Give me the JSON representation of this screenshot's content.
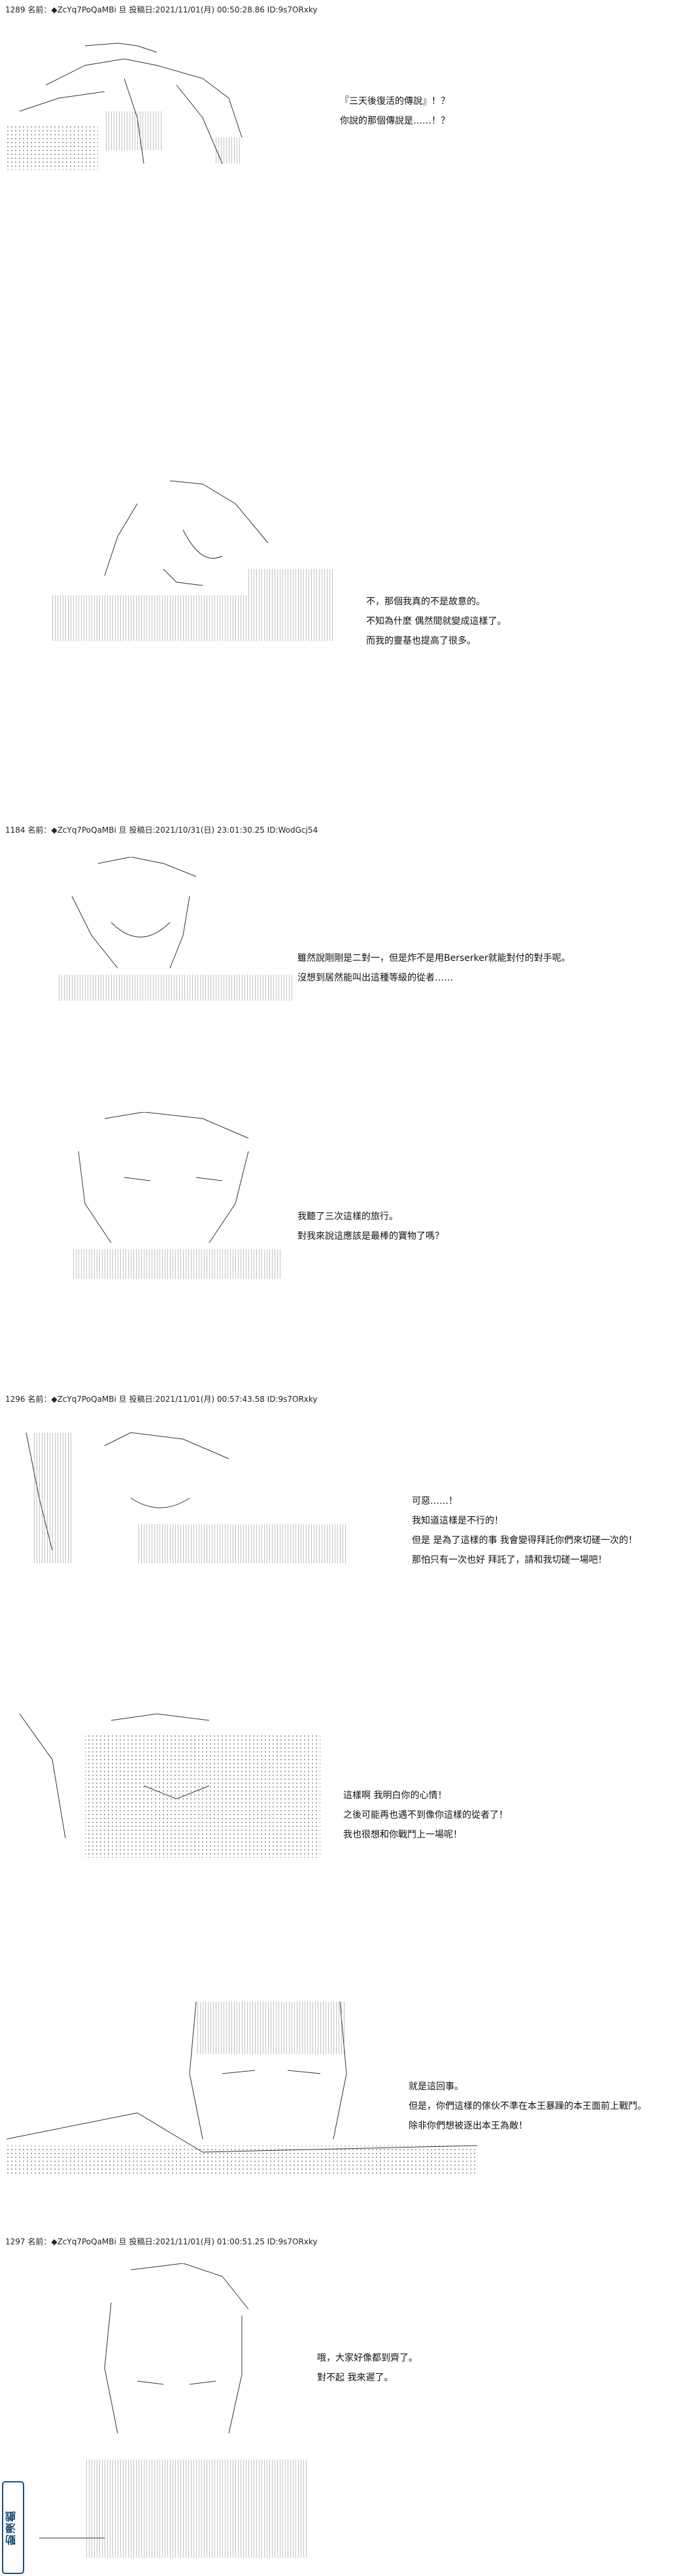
{
  "posts": [
    {
      "header": "1289 名前：◆ZcYq7PoQaMBi 旦 投稿日:2021/11/01(月) 00:50:28.86 ID:9s7ORxky",
      "panels": [
        {
          "lines": [
            "『三天後復活的傳說』！？",
            "你說的那個傳說是……！？"
          ]
        },
        {
          "lines": [
            "不，那個我真的不是故意的。",
            "不知為什麼 偶然間就變成這樣了。",
            "而我的靈基也提高了很多。"
          ]
        }
      ]
    },
    {
      "header": "1184 名前：◆ZcYq7PoQaMBi 旦 投稿日:2021/10/31(日) 23:01:30.25 ID:WodGcj54",
      "panels": [
        {
          "lines": [
            "雖然說剛剛是二對一，但是炸不是用Berserker就能對付的對手呢。",
            "沒想到居然能叫出這種等級的從者……"
          ]
        },
        {
          "lines": [
            "我聽了三次這樣的旅行。",
            "對我來說這應該是最棒的寶物了嗎？"
          ]
        }
      ]
    },
    {
      "header": "1296 名前：◆ZcYq7PoQaMBi 旦 投稿日:2021/11/01(月) 00:57:43.58 ID:9s7ORxky",
      "panels": [
        {
          "lines": [
            "可惡……！",
            "我知道這樣是不行的！",
            "但是 是為了這樣的事 我會變得拜託你們來切磋一次的！",
            "那怕只有一次也好 拜託了，請和我切磋一場吧！"
          ]
        },
        {
          "lines": [
            "這樣啊 我明白你的心情！",
            "之後可能再也遇不到像你這樣的從者了！",
            "我也很想和你戰鬥上一場呢！"
          ]
        },
        {
          "lines": [
            "就是這回事。",
            "但是，你們這樣的傢伙不準在本王暴躁的本王面前上戰鬥。",
            "除非你們想被逐出本王為敵！"
          ]
        }
      ]
    },
    {
      "header": "1297 名前：◆ZcYq7PoQaMBi 旦 投稿日:2021/11/01(月) 01:00:51.25 ID:9s7ORxky",
      "panels": [
        {
          "lines": [
            "哦，大家好像都到齊了。",
            "對不起 我來遲了。"
          ]
        }
      ]
    }
  ],
  "watermark": "動漫戲"
}
